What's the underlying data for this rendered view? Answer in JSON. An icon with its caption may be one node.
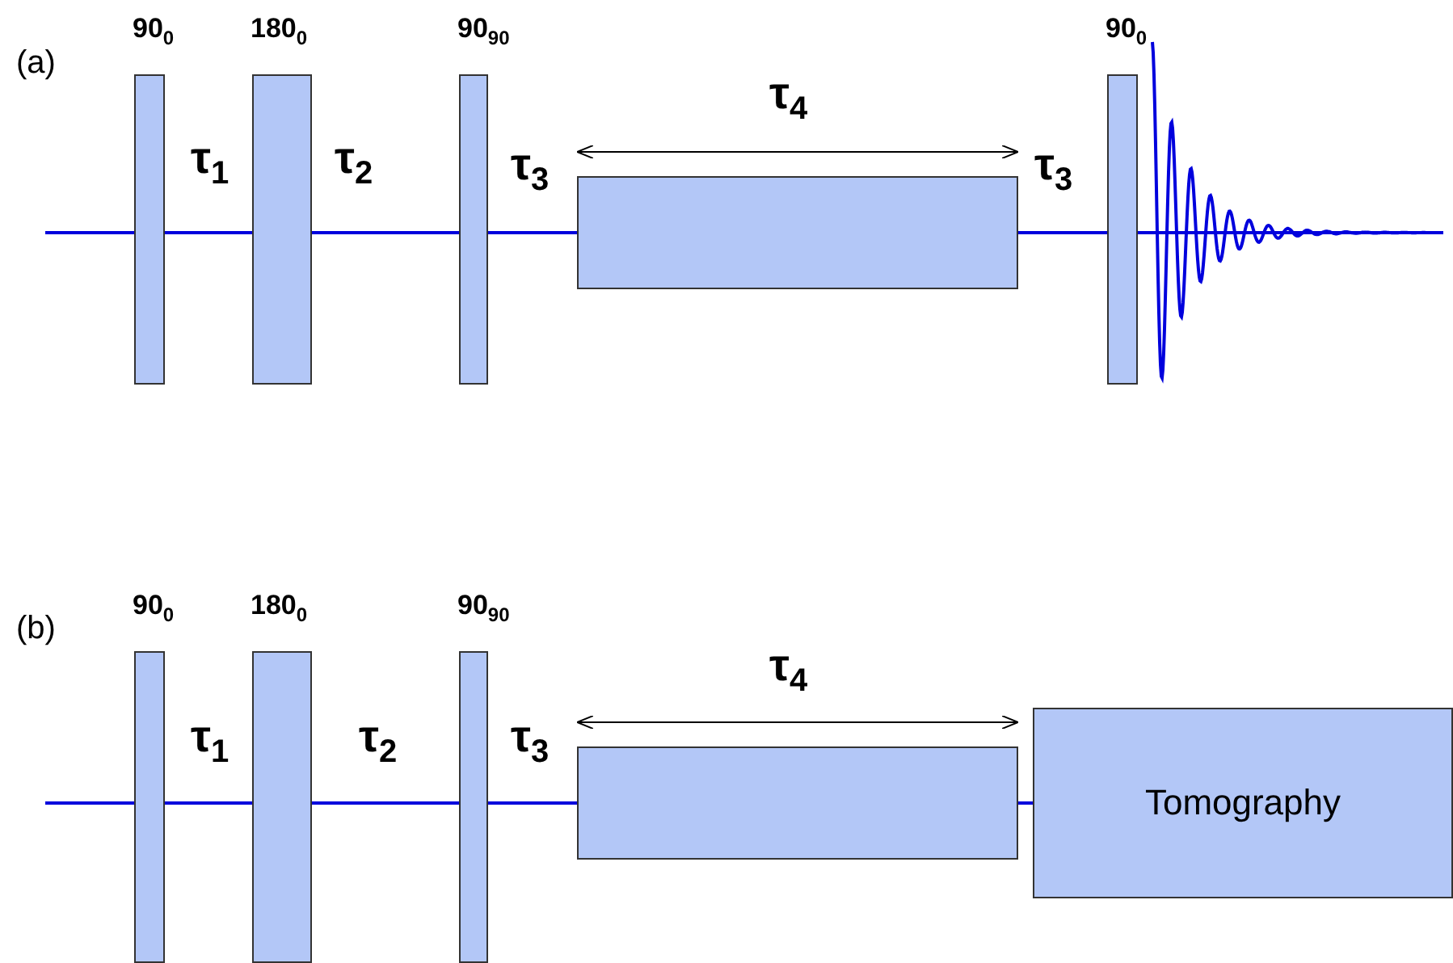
{
  "diagram": {
    "nodes": [
      {
        "text": [
          "90$_{0}$"
        ]
      },
      {
        "text": [
          "180$_{0}$"
        ]
      },
      {
        "text": [
          "90$_{90}$"
        ]
      },
      {
        "text": [],
        "shape": "box"
      },
      {
        "text": [
          "90$_{0}$"
        ]
      },
      {
        "text": [
          "90$_{0}$"
        ]
      },
      {
        "text": [
          "180$_{0}$"
        ]
      },
      {
        "text": [
          "90$_{90}$"
        ]
      },
      {
        "text": [],
        "shape": "box"
      },
      {
        "text": [
          "Tomography"
        ]
      }
    ],
    "labels": [
      "(a)",
      "τ$_{1}$",
      "τ$_{2}$",
      "τ$_{3}$",
      "τ$_{4}$",
      "τ$_{3}$",
      "(b)",
      "τ$_{1}$",
      "τ$_{2}$",
      "τ$_{3}$",
      "τ$_{4}$"
    ]
  }
}
